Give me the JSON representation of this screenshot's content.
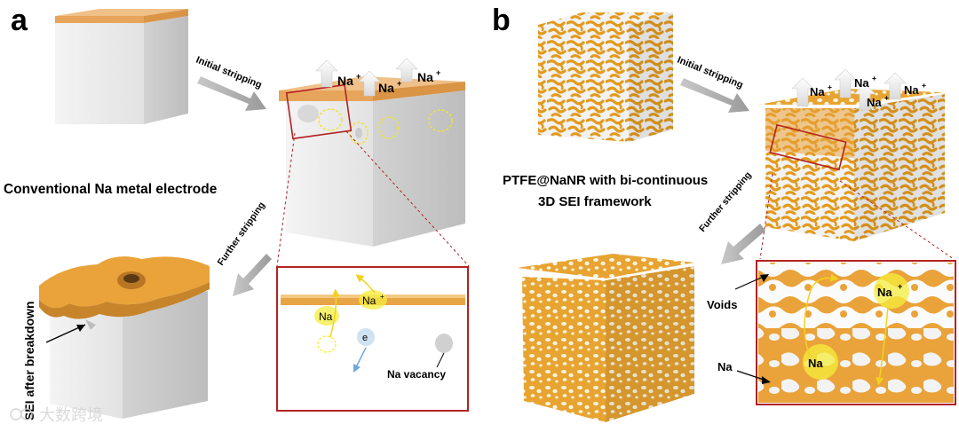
{
  "panel_a": {
    "letter": "a",
    "initial_stripping": "Initial stripping",
    "further_stripping": "Further stripping",
    "na_plus_1": "Na",
    "na_plus_2": "Na",
    "na_plus_3": "Na",
    "plus": "+",
    "title": "Conventional Na metal electrode",
    "sei_label": "SEI after breakdown",
    "inset": {
      "na_ion": "Na",
      "na_atom": "Na",
      "electron": "e",
      "vacancy": "Na vacancy"
    }
  },
  "panel_b": {
    "letter": "b",
    "initial_stripping": "Initial stripping",
    "further_stripping": "Further stripping",
    "na_plus_1": "Na",
    "na_plus_2": "Na",
    "na_plus_3": "Na",
    "na_plus_4": "Na",
    "plus": "+",
    "title_line1": "PTFE@NaNR with bi-continuous",
    "title_line2": "3D SEI framework",
    "voids_label": "Voids",
    "na_label": "Na",
    "inset": {
      "na_ion": "Na",
      "na_atom": "Na"
    }
  },
  "watermark": "大数跨境",
  "colors": {
    "orange": "#e9a33a",
    "cube_face": "#e9e9e9",
    "inset_border": "#b22222",
    "highlight_yellow": "#f4ee3c"
  }
}
